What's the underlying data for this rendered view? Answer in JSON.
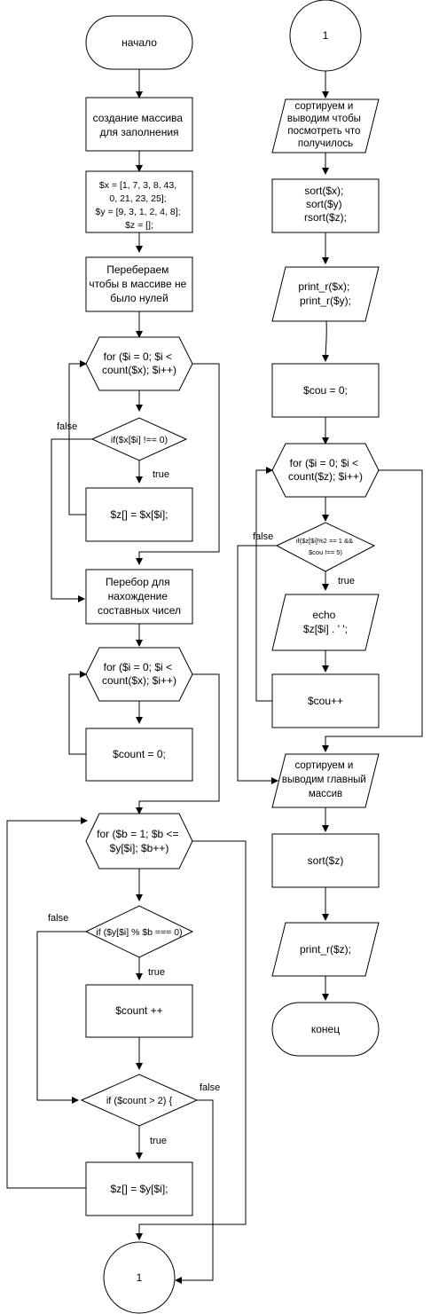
{
  "nodes": {
    "start": "начало",
    "create_array": [
      "создание массива",
      "для заполнения"
    ],
    "init_arrays": [
      "$x = [1, 7, 3, 8, 43,",
      "0, 21, 23, 25];",
      "$y = [9, 3, 1, 2, 4, 8];",
      "$z = [];"
    ],
    "iterate_note": [
      "Перебераем",
      "чтобы в массиве не",
      "было нулей"
    ],
    "loop1": [
      "for ($i = 0; $i <",
      "count($x); $i++)"
    ],
    "cond1": "if($x[$i] !== 0)",
    "assign1": "$z[] = $x[$i];",
    "composite_note": [
      "Перебор для",
      "нахождение",
      "составных чисел"
    ],
    "loop2": [
      "for ($i = 0; $i <",
      "count($x); $i++)"
    ],
    "count_zero": "$count = 0;",
    "loop3": [
      "for ($b = 1; $b <=",
      "$y[$i]; $b++)"
    ],
    "cond2": "if ($y[$i] % $b === 0)",
    "count_inc": "$count ++",
    "cond3": "if ($count > 2) {",
    "assign2": "$z[] = $y[$i];",
    "connector_bottom": "1",
    "connector_top": "1",
    "sort_output_note": [
      "сортируем и",
      "выводим чтобы",
      "посмотреть что",
      "получилось"
    ],
    "sorts": [
      "sort($x);",
      "sort($y)",
      "rsort($z);"
    ],
    "print_xy": [
      "print_r($x);",
      "print_r($y);"
    ],
    "cou_zero": "$cou = 0;",
    "loop4": [
      "for ($i = 0; $i <",
      "count($z); $i++)"
    ],
    "cond4": [
      "if($z[$i]%2 == 1 &&",
      "$cou !== 5)"
    ],
    "echo": [
      "echo",
      "$z[$i] . ' ';"
    ],
    "cou_inc": "$cou++",
    "sort_main_note": [
      "сортируем и",
      "выводим главный",
      "массив"
    ],
    "sort_z": "sort($z)",
    "print_z": "print_r($z);",
    "end": "конец"
  },
  "edge_labels": {
    "false_cond1": "false",
    "true_cond1": "true",
    "false_cond2": "false",
    "true_cond2": "true",
    "false_cond3": "false",
    "true_cond3": "true",
    "false_cond4": "false",
    "true_cond4": "true"
  }
}
